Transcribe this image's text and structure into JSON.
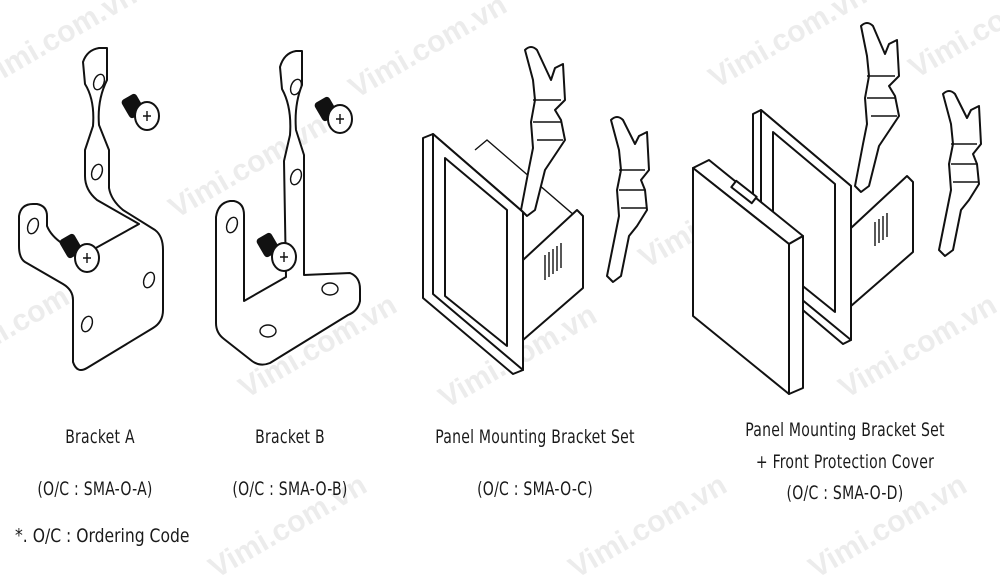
{
  "watermark": {
    "text": "Vimi.com.vn",
    "color": "#c8c8c8"
  },
  "items": [
    {
      "name": "Bracket A",
      "code_line": "(O/C : SMA-O-A)"
    },
    {
      "name": "Bracket B",
      "code_line": "(O/C : SMA-O-B)"
    },
    {
      "name": "Panel Mounting Bracket Set",
      "code_line": "(O/C : SMA-O-C)"
    },
    {
      "name": "Panel Mounting Bracket Set",
      "name_line2": "+ Front Protection Cover",
      "code_line": "(O/C : SMA-O-D)"
    }
  ],
  "footnote": "*. O/C : Ordering Code",
  "icons": {
    "bracket_a": "bracket-a-drawing",
    "bracket_b": "bracket-b-drawing",
    "panel_set": "panel-mount-bracket-set-drawing",
    "panel_set_cover": "panel-mount-bracket-cover-drawing"
  }
}
